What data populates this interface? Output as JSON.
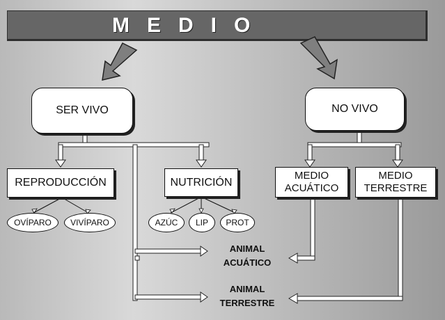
{
  "diagram": {
    "title": "MEDIO",
    "nodes": {
      "ser_vivo": "SER VIVO",
      "no_vivo": "NO VIVO",
      "reproduccion": "REPRODUCCIÓN",
      "nutricion": "NUTRICIÓN",
      "medio_acuatico": [
        "MEDIO",
        "ACUÁTICO"
      ],
      "medio_terrestre": [
        "MEDIO",
        "TERRESTRE"
      ],
      "oviparo": "OVÍPARO",
      "viviparo": "VIVÍPARO",
      "azuc": "AZÚC",
      "lip": "LIP",
      "prot": "PROT",
      "animal_acuatico": [
        "ANIMAL",
        "ACUÁTICO"
      ],
      "animal_terrestre": [
        "ANIMAL",
        "TERRESTRE"
      ]
    },
    "colors": {
      "title_bar": "#666666",
      "background": "#c4c4c4",
      "arrow_fill": "#7f7f7f",
      "connector_fill": "#ffffff"
    }
  }
}
